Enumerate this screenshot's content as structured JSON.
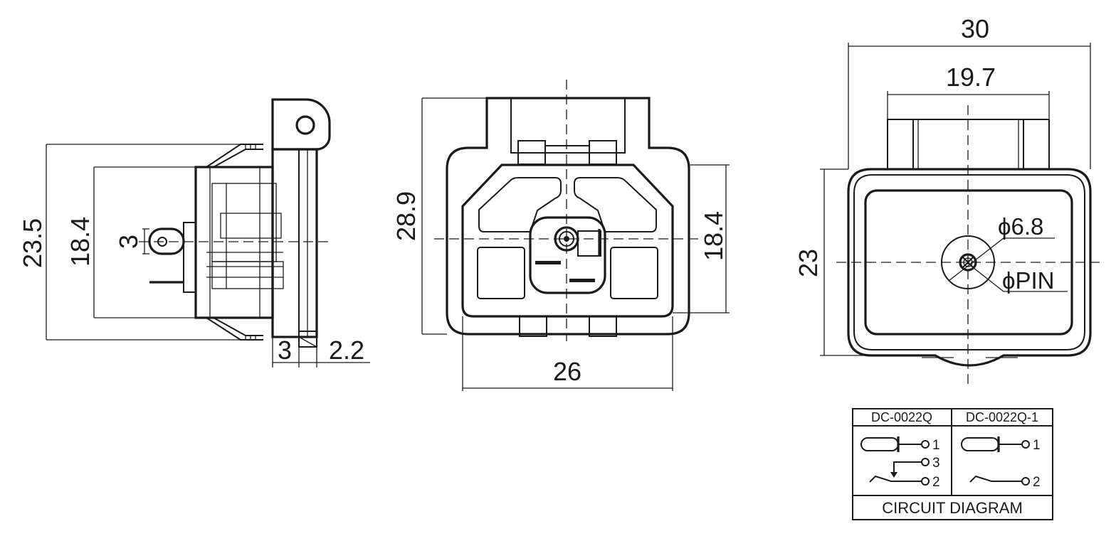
{
  "side_view": {
    "dimensions": {
      "height_total": "23.5",
      "height_body": "18.4",
      "pin_pitch": "3",
      "flange_thickness": "3",
      "plate_thickness": "2.2"
    }
  },
  "front_view": {
    "dimensions": {
      "height_total": "28.9",
      "height_body": "18.4",
      "width_body": "26"
    }
  },
  "rear_view": {
    "dimensions": {
      "width_total": "30",
      "width_top": "19.7",
      "height": "23",
      "hole_diameter": "ϕ6.8",
      "pin_diameter": "ϕPIN"
    }
  },
  "circuit_diagram": {
    "title": "CIRCUIT DIAGRAM",
    "columns": [
      {
        "model": "DC-0022Q",
        "pins": [
          "1",
          "3",
          "2"
        ]
      },
      {
        "model": "DC-0022Q-1",
        "pins": [
          "1",
          "2"
        ]
      }
    ]
  }
}
